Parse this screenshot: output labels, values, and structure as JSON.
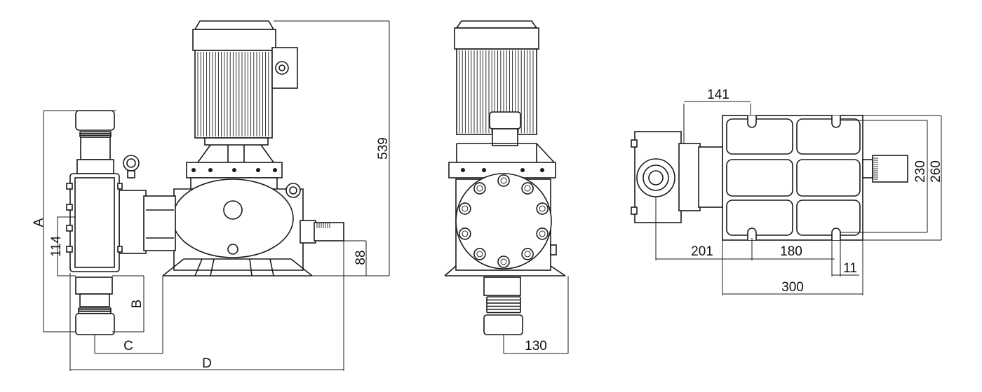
{
  "dimensions": {
    "a": "A",
    "b": "B",
    "c": "C",
    "d": "D",
    "h539": "539",
    "h114": "114",
    "h88": "88",
    "w130": "130",
    "w141": "141",
    "h230": "230",
    "h260": "260",
    "w201": "201",
    "w180": "180",
    "w11": "11",
    "w300": "300"
  },
  "colors": {
    "line": "#1a1a1a",
    "background": "#ffffff"
  }
}
